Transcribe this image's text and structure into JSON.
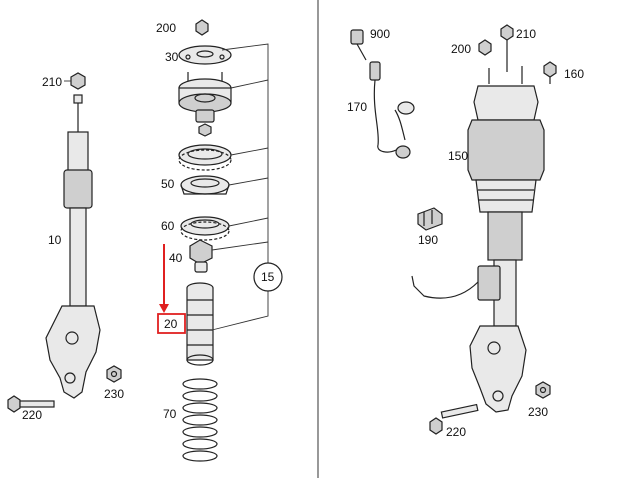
{
  "labels": {
    "p200_top": "200",
    "p30": "30",
    "p210_left": "210",
    "p10": "10",
    "p50": "50",
    "p60": "60",
    "p40": "40",
    "p20": "20",
    "p15": "15",
    "p70": "70",
    "p220_left": "220",
    "p230_left": "230",
    "p900": "900",
    "p210_right": "210",
    "p200_right": "200",
    "p160": "160",
    "p170": "170",
    "p150": "150",
    "p190": "190",
    "p230_right": "230",
    "p220_right": "220"
  },
  "colors": {
    "highlight": "#e02020",
    "divider": "#555555"
  },
  "icons": {
    "callout_15": "circle-callout",
    "arrow_20": "red-down-arrow"
  }
}
